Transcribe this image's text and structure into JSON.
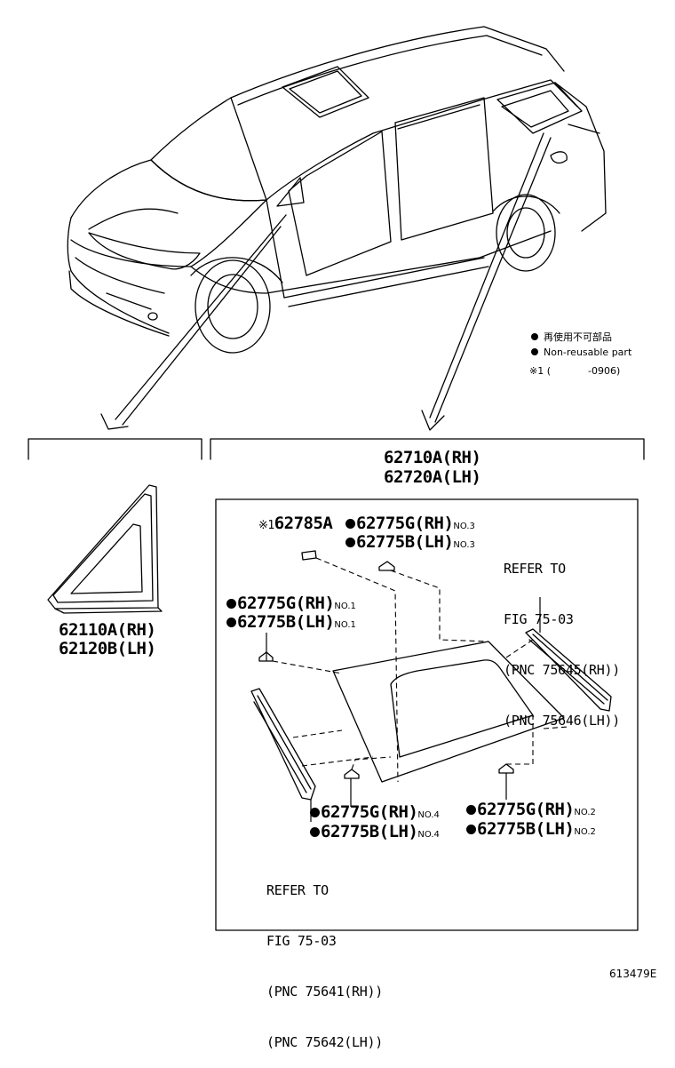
{
  "legend": {
    "jp_text": "再使用不可部品",
    "en_text": "Non-reusable part",
    "note_mark": "※1",
    "note_paren_open": "(",
    "note_range": "-0906)"
  },
  "left_group": {
    "part_rh": "62110A(RH)",
    "part_lh": "62120B(LH)"
  },
  "right_group": {
    "assy_rh": "62710A(RH)",
    "assy_lh": "62720A(LH)"
  },
  "parts": {
    "p62785a_mark": "※1",
    "p62785a": "62785A",
    "no3_rh": "62775G(RH)",
    "no3_lh": "62775B(LH)",
    "no3_tag": "NO.3",
    "no1_rh": "62775G(RH)",
    "no1_lh": "62775B(LH)",
    "no1_tag": "NO.1",
    "no4_rh": "62775G(RH)",
    "no4_lh": "62775B(LH)",
    "no4_tag": "NO.4",
    "no2_rh": "62775G(RH)",
    "no2_lh": "62775B(LH)",
    "no2_tag": "NO.2"
  },
  "refer_top": [
    "REFER TO",
    "FIG 75-03",
    "(PNC 75645(RH))",
    "(PNC 75646(LH))"
  ],
  "refer_bottom": [
    "REFER TO",
    "FIG 75-03",
    "(PNC 75641(RH))",
    "(PNC 75642(LH))"
  ],
  "figure_id": "613479E"
}
